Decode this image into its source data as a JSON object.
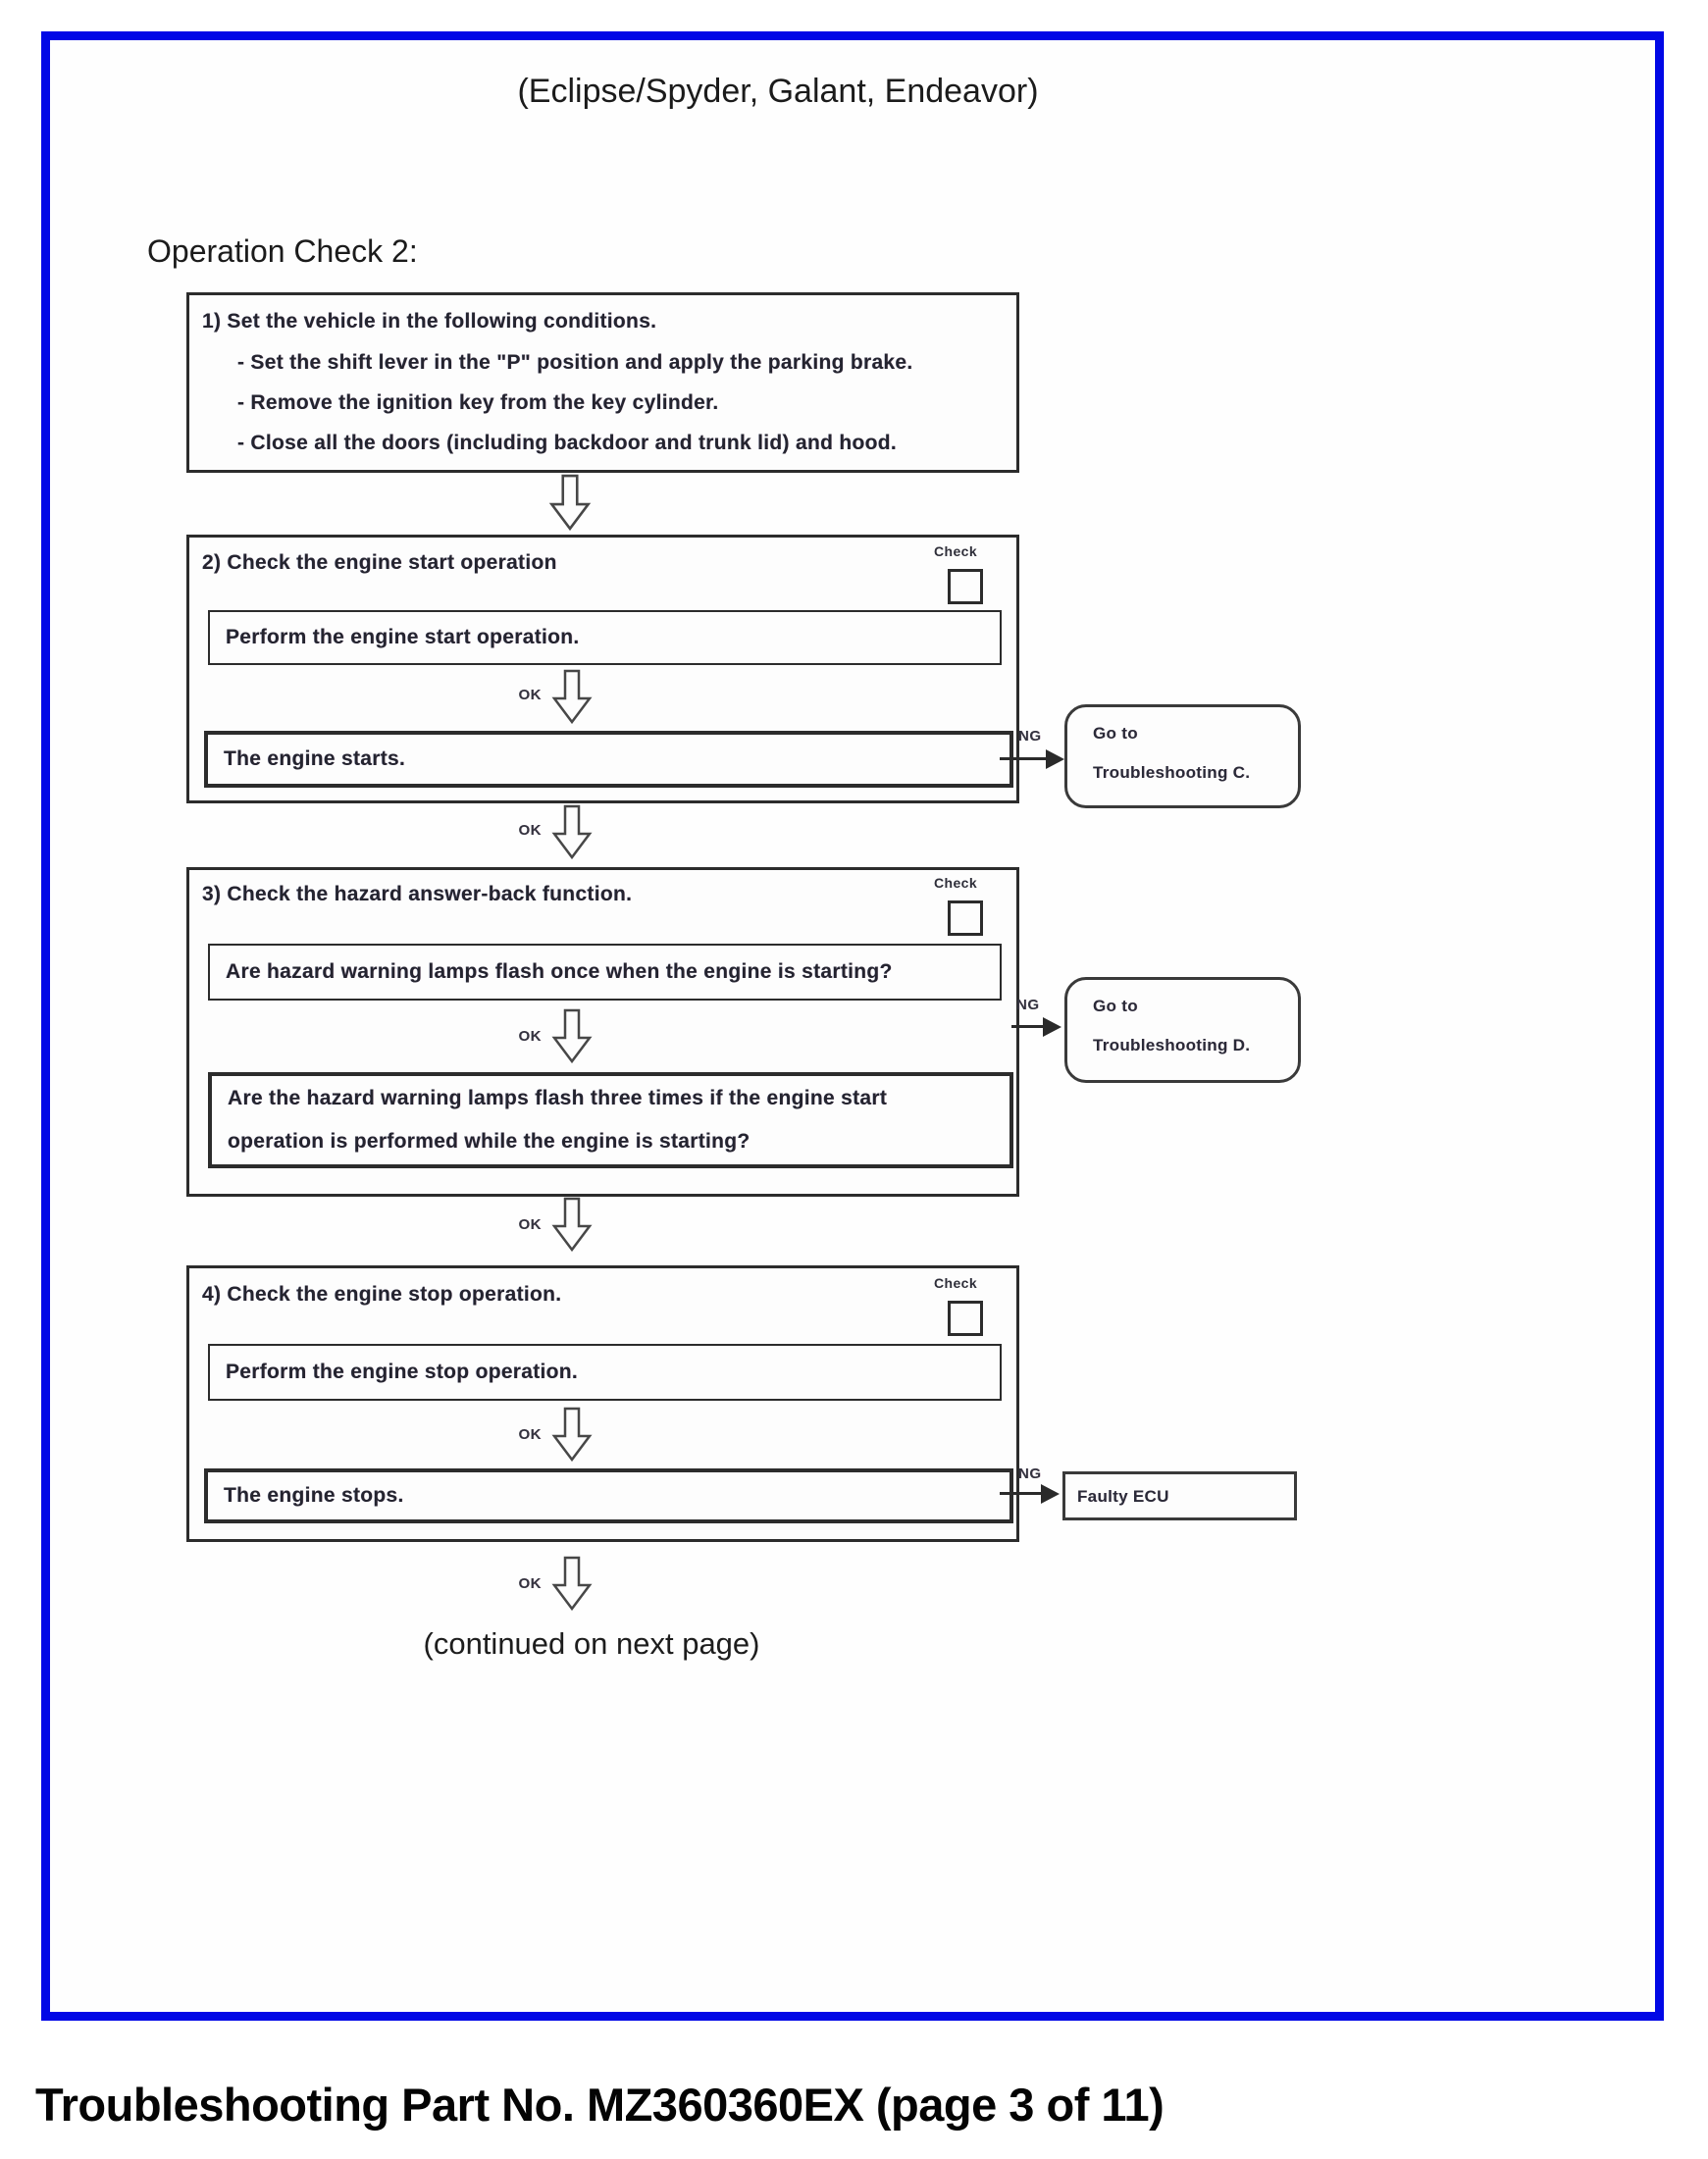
{
  "page": {
    "header_title": "(Eclipse/Spyder, Galant, Endeavor)",
    "section_title": "Operation Check 2:",
    "continued_note": "(continued on next page)",
    "footer_title": "Troubleshooting Part No. MZ360360EX (page 3 of 11)",
    "border_color": "#0108e6"
  },
  "labels": {
    "ok": "OK",
    "ng": "NG",
    "check": "Check"
  },
  "flowchart": {
    "step1": {
      "title": "1) Set the vehicle in the following conditions.",
      "bullets": [
        "- Set the shift lever in the \"P\" position and apply the parking brake.",
        "- Remove the ignition key from the key cylinder.",
        "- Close all the doors (including backdoor and trunk lid) and hood."
      ]
    },
    "step2": {
      "title": "2) Check the engine start operation",
      "action": "Perform the engine start operation.",
      "result": "The engine starts.",
      "ng_line1": "Go to",
      "ng_line2": "Troubleshooting C."
    },
    "step3": {
      "title": "3) Check the hazard answer-back function.",
      "question1": "Are hazard warning lamps flash once when the engine is starting?",
      "question2_line1": "Are the hazard warning lamps flash three times if the engine start",
      "question2_line2": "operation is performed while the engine is starting?",
      "ng_line1": "Go to",
      "ng_line2": "Troubleshooting D."
    },
    "step4": {
      "title": "4) Check the engine stop operation.",
      "action": "Perform the engine stop operation.",
      "result": "The engine stops.",
      "ng_result": "Faulty ECU"
    }
  }
}
